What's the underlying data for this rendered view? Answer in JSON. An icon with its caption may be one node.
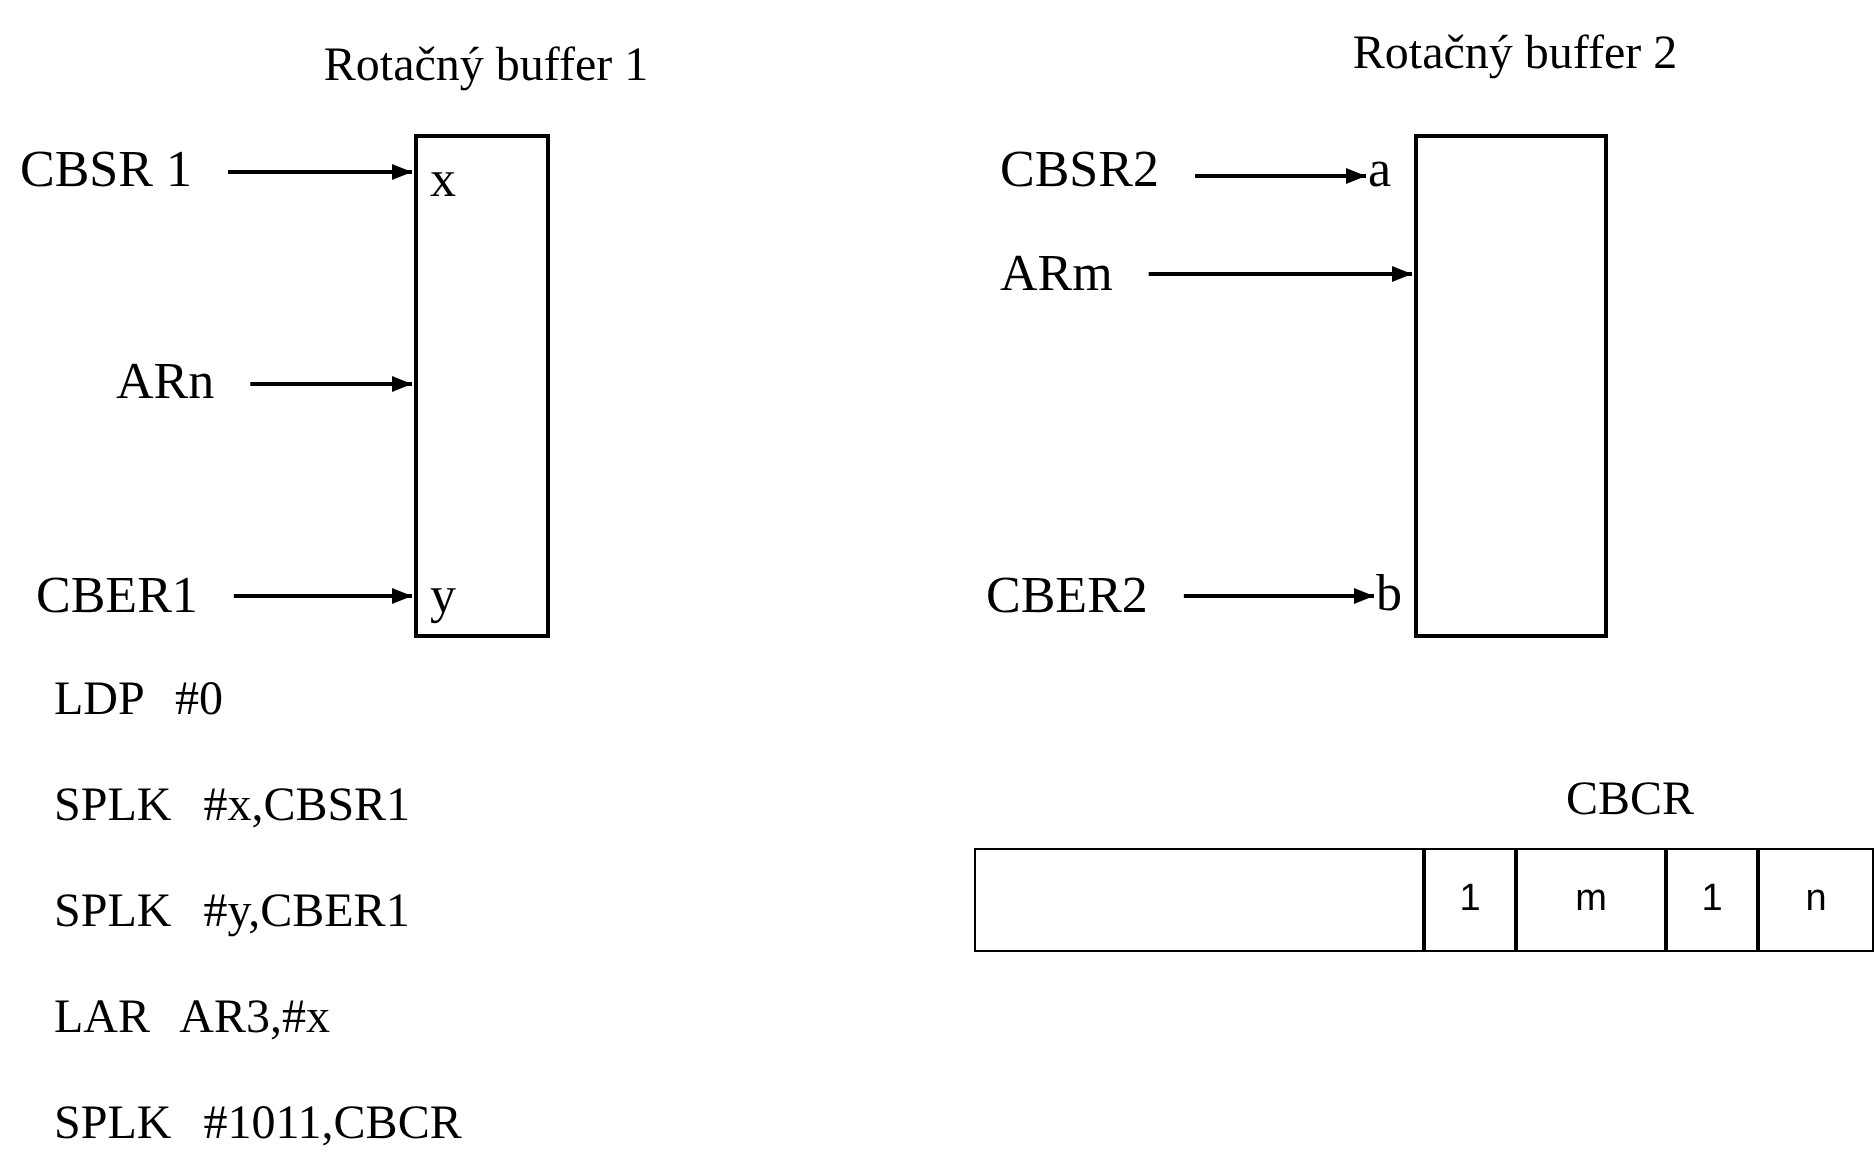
{
  "diagram": {
    "nodes": [
      {
        "text": [
          "Rotačný buffer 1",
          "x",
          "y"
        ]
      },
      {
        "text": [
          "CBSR 1"
        ]
      },
      {
        "text": [
          "ARn"
        ]
      },
      {
        "text": [
          "CBER1"
        ]
      },
      {
        "text": [
          "Rotačný buffer 2"
        ]
      },
      {
        "text": [
          "CBSR2"
        ]
      },
      {
        "text": [
          "a"
        ]
      },
      {
        "text": [
          "ARm"
        ]
      },
      {
        "text": [
          "CBER2"
        ]
      },
      {
        "text": [
          "b"
        ]
      },
      {
        "text": [
          "CBCR"
        ]
      },
      {
        "text": [],
        "shape": "box",
        "in": 10
      },
      {
        "text": [
          "1"
        ],
        "in": 10
      },
      {
        "text": [
          "m"
        ],
        "in": 10
      },
      {
        "text": [
          "1"
        ],
        "in": 10
      },
      {
        "text": [
          "n"
        ],
        "in": 10
      }
    ],
    "edges": [
      {
        "from": 1,
        "to": 0,
        "arrow": "to"
      },
      {
        "from": 2,
        "to": 0,
        "arrow": "to"
      },
      {
        "from": 3,
        "to": 0,
        "arrow": "to"
      },
      {
        "from": 5,
        "to": 6,
        "arrow": "to"
      },
      {
        "from": 7,
        "to": 4,
        "arrow": "to"
      },
      {
        "from": 8,
        "to": 9,
        "arrow": "to"
      }
    ],
    "labels": [
      "LDP #0",
      "SPLK #x,CBSR1",
      "SPLK #y,CBER1",
      "LAR AR3,#x",
      "SPLK #1011,CBCR"
    ]
  }
}
